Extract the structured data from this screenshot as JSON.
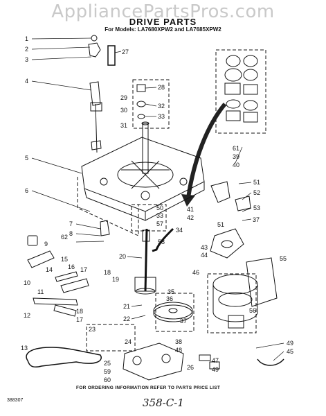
{
  "watermark": "AppliancePartsPros.com",
  "title": "DRIVE PARTS",
  "subtitle": "For Models: LA7680XPW2 and LA7685XPW2",
  "footer": "FOR ORDERING INFORMATION REFER TO PARTS PRICE LIST",
  "doc_number": "388307",
  "handwritten_note": "358-C-1",
  "callouts": [
    "1",
    "2",
    "3",
    "4",
    "5",
    "6",
    "7",
    "8",
    "9",
    "10",
    "11",
    "12",
    "13",
    "14",
    "15",
    "16",
    "17",
    "17",
    "18",
    "18",
    "19",
    "20",
    "21",
    "22",
    "23",
    "24",
    "25",
    "26",
    "27",
    "28",
    "29",
    "30",
    "31",
    "32",
    "33",
    "33",
    "34",
    "35",
    "36",
    "37",
    "37",
    "38",
    "39",
    "40",
    "41",
    "42",
    "43",
    "44",
    "45",
    "46",
    "47",
    "48",
    "49",
    "49",
    "50",
    "51",
    "51",
    "52",
    "53",
    "55",
    "56",
    "57",
    "58",
    "59",
    "60",
    "61",
    "62"
  ]
}
